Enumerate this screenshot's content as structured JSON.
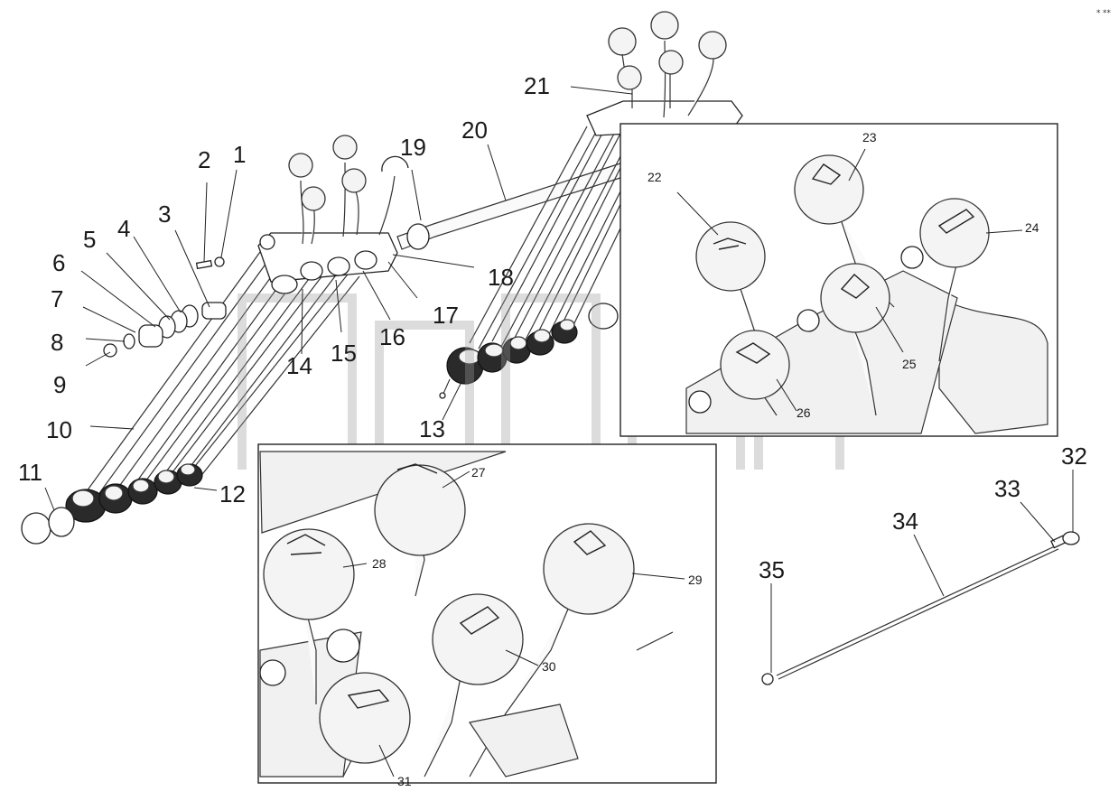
{
  "callouts_main": [
    "1",
    "2",
    "3",
    "4",
    "5",
    "6",
    "7",
    "8",
    "9",
    "10",
    "11",
    "12",
    "13",
    "14",
    "15",
    "16",
    "17",
    "18",
    "19",
    "20",
    "21"
  ],
  "callouts_detail": [
    "22",
    "23",
    "24",
    "25",
    "26",
    "27",
    "28",
    "29",
    "30",
    "31"
  ],
  "callouts_cable": [
    "32",
    "33",
    "34",
    "35"
  ],
  "watermark": "TM",
  "corner_mark": "⁎ ⁎⁎"
}
